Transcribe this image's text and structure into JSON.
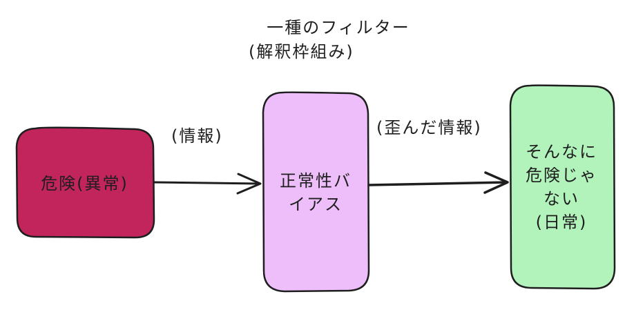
{
  "filter": {
    "title": "一種のフィルター",
    "subtitle": "(解釈枠組み)"
  },
  "nodes": {
    "danger": {
      "label": "危険(異常)",
      "fill": "#c2255c"
    },
    "bias": {
      "label": "正常性バ\nイアス",
      "fill": "#eebefa"
    },
    "safe": {
      "label": "そんなに\n危険じゃ\nない\n(日常)",
      "fill": "#b2f2bb"
    }
  },
  "edges": {
    "input_label": "(情報)",
    "output_label": "(歪んだ情報)"
  },
  "stroke_color": "#1e1e1e"
}
